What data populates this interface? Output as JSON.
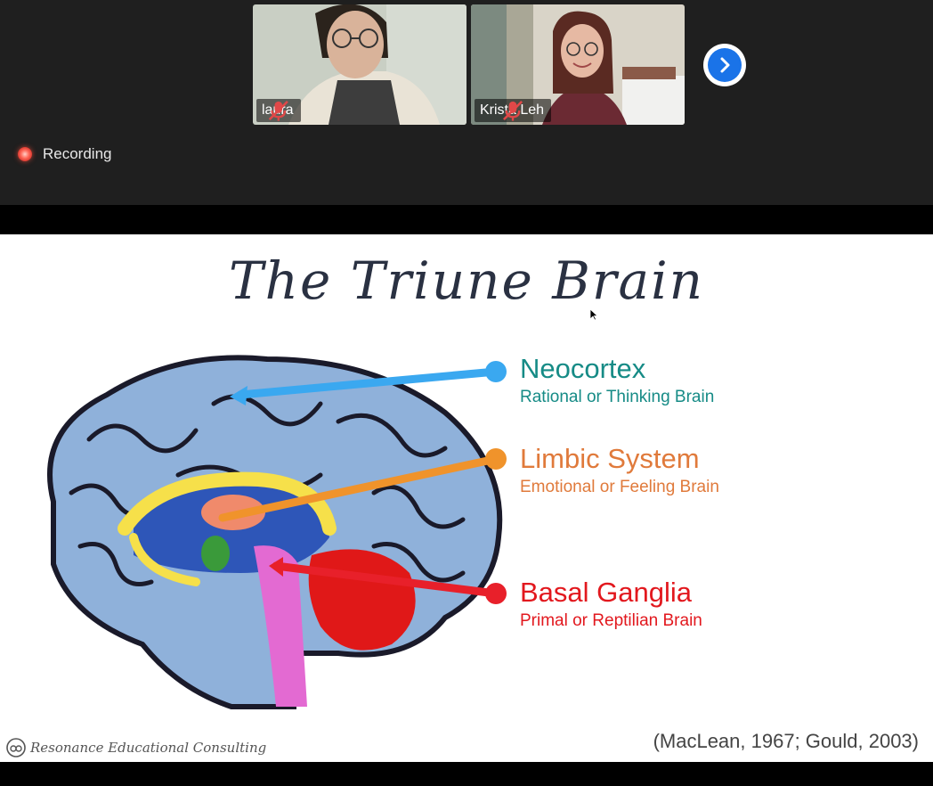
{
  "participants": [
    {
      "name": "laura",
      "muted": true
    },
    {
      "name": "Krista Leh",
      "muted": true
    }
  ],
  "recording": {
    "label": "Recording"
  },
  "slide": {
    "title": "The Triune Brain",
    "labels": [
      {
        "main": "Neocortex",
        "sub": "Rational or Thinking Brain",
        "color": "#168b86"
      },
      {
        "main": "Limbic System",
        "sub": "Emotional or Feeling Brain",
        "color": "#e07a3b"
      },
      {
        "main": "Basal Ganglia",
        "sub": "Primal or Reptilian Brain",
        "color": "#e2181e"
      }
    ],
    "citation": "(MacLean, 1967; Gould, 2003)",
    "logo_text": "Resonance Educational Consulting"
  },
  "icons": {
    "mic_muted": "microphone-muted-icon",
    "next": "chevron-right-icon",
    "record": "record-dot-icon"
  },
  "colors": {
    "accent": "#1a73e8",
    "pointer_neocortex": "#3aa8f0",
    "pointer_limbic": "#f0932b",
    "pointer_basal": "#e8202a"
  }
}
